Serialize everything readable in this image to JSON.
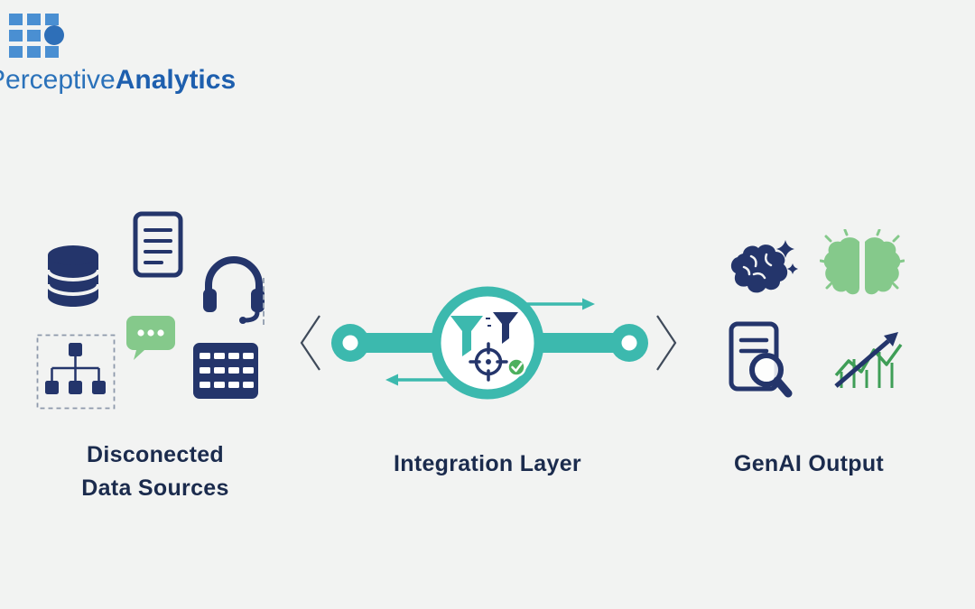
{
  "logo": {
    "brand_regular": "Perceptive",
    "brand_bold": "Analytics"
  },
  "sections": {
    "sources": {
      "label_line1": "Disconected",
      "label_line2": "Data Sources",
      "icons": [
        "database-icon",
        "document-icon",
        "headset-icon",
        "chat-bubble-icon",
        "flowchart-icon",
        "spreadsheet-icon"
      ]
    },
    "integration": {
      "label": "Integration Layer",
      "icons": [
        "funnel-icon",
        "filter-icon",
        "target-crosshair-icon",
        "check-icon",
        "flow-arrow-right-icon",
        "flow-arrow-left-icon",
        "pipeline-bar",
        "pipeline-node-left",
        "pipeline-node-right",
        "chevron-left-icon",
        "chevron-right-icon"
      ]
    },
    "genai": {
      "label": "GenAI Output",
      "icons": [
        "ai-brain-sparkle-icon",
        "creative-brain-icon",
        "document-analysis-icon",
        "growth-chart-icon"
      ]
    }
  },
  "colors": {
    "background": "#f2f3f2",
    "navy": "#24356b",
    "teal": "#3cb9ae",
    "green": "#85c98b",
    "chart_green": "#3f9e57",
    "check_green": "#4db05e",
    "logo_square_blue": "#4a8fd2",
    "logo_circle_blue": "#2e6fb8",
    "heading_text": "#1b2b4d"
  }
}
